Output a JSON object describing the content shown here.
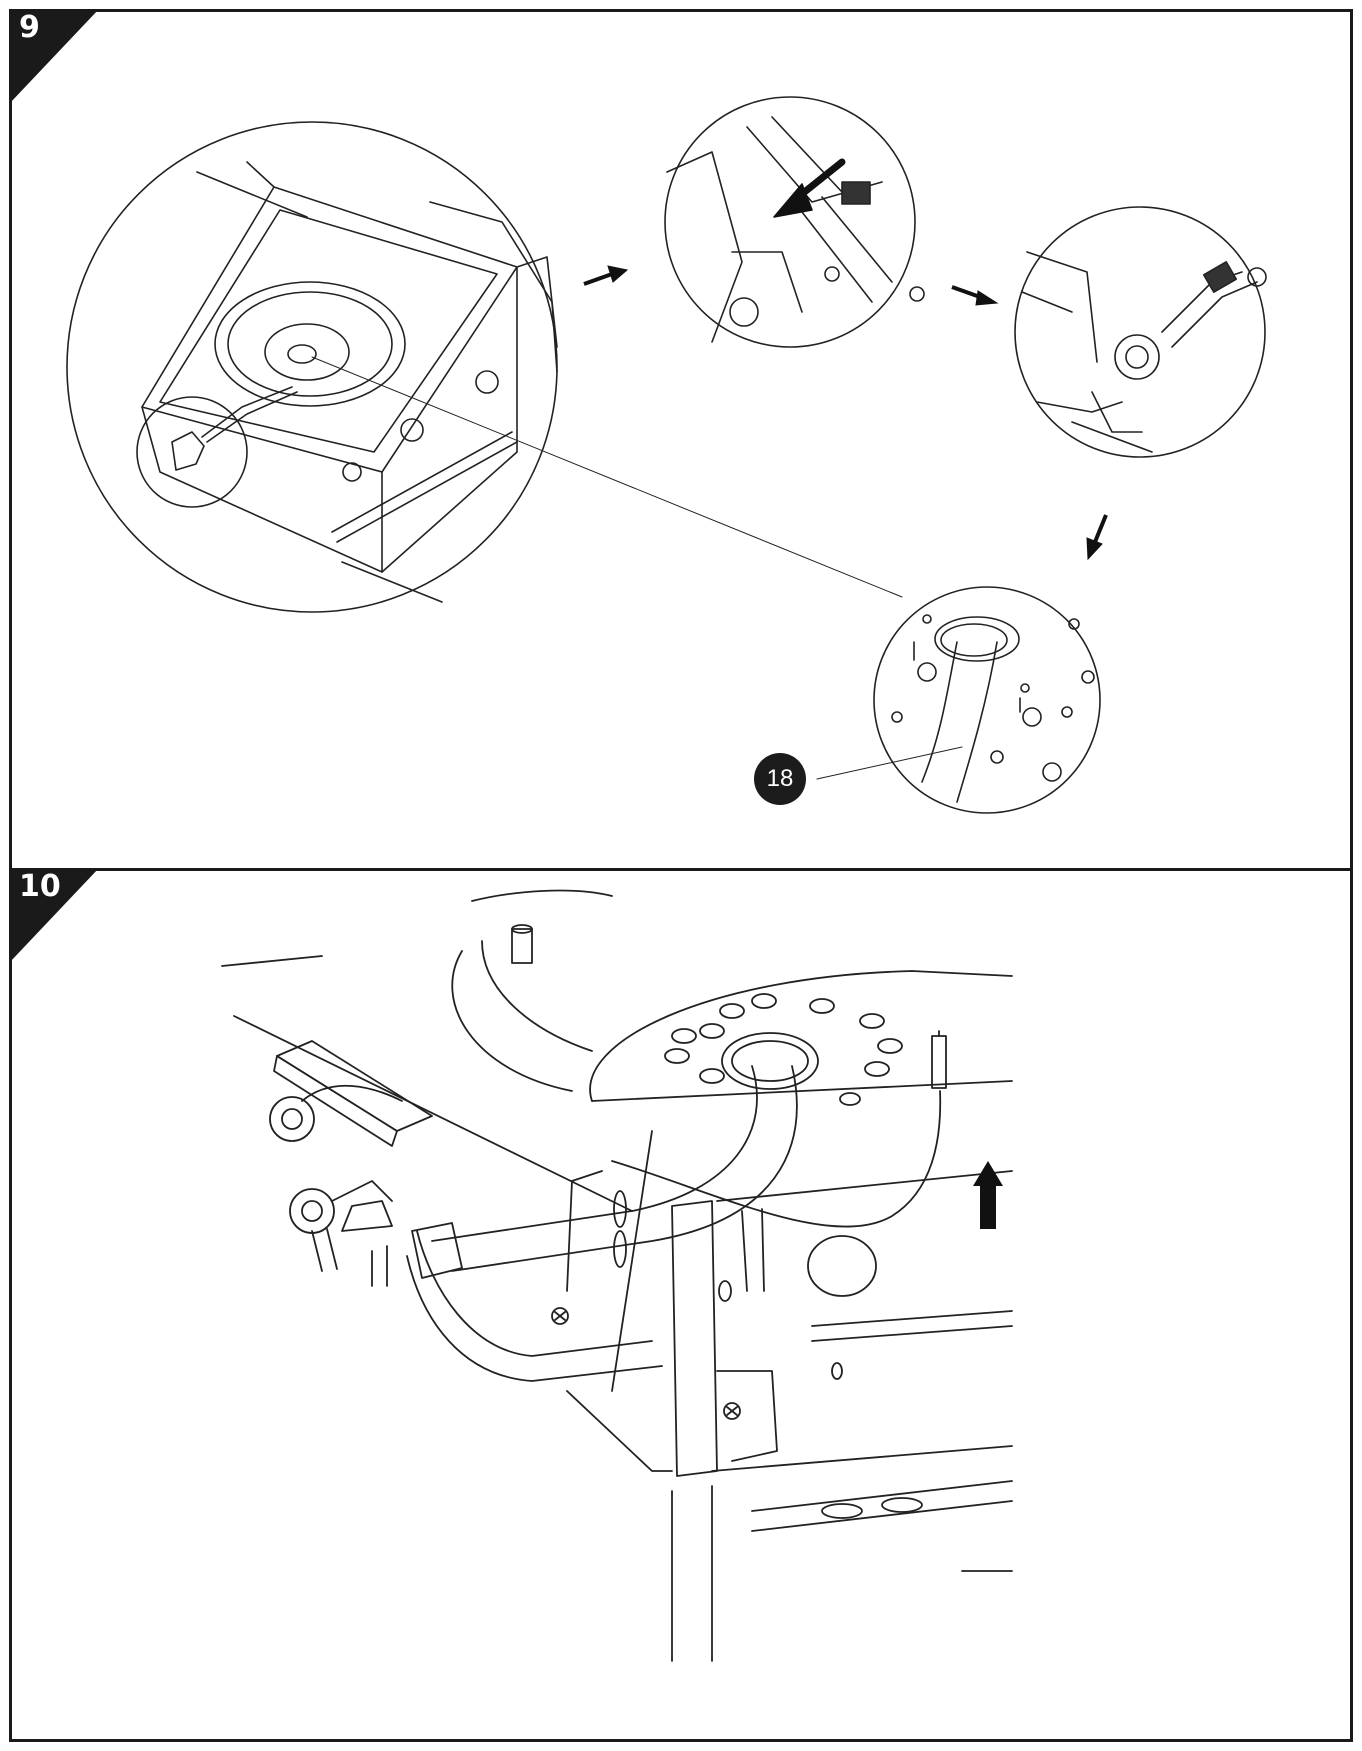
{
  "steps": [
    {
      "number": "9"
    },
    {
      "number": "10"
    }
  ],
  "callouts": [
    {
      "label": "18"
    }
  ],
  "icons": {
    "arrow": "arrow-icon",
    "up_arrow": "up-arrow-icon"
  }
}
